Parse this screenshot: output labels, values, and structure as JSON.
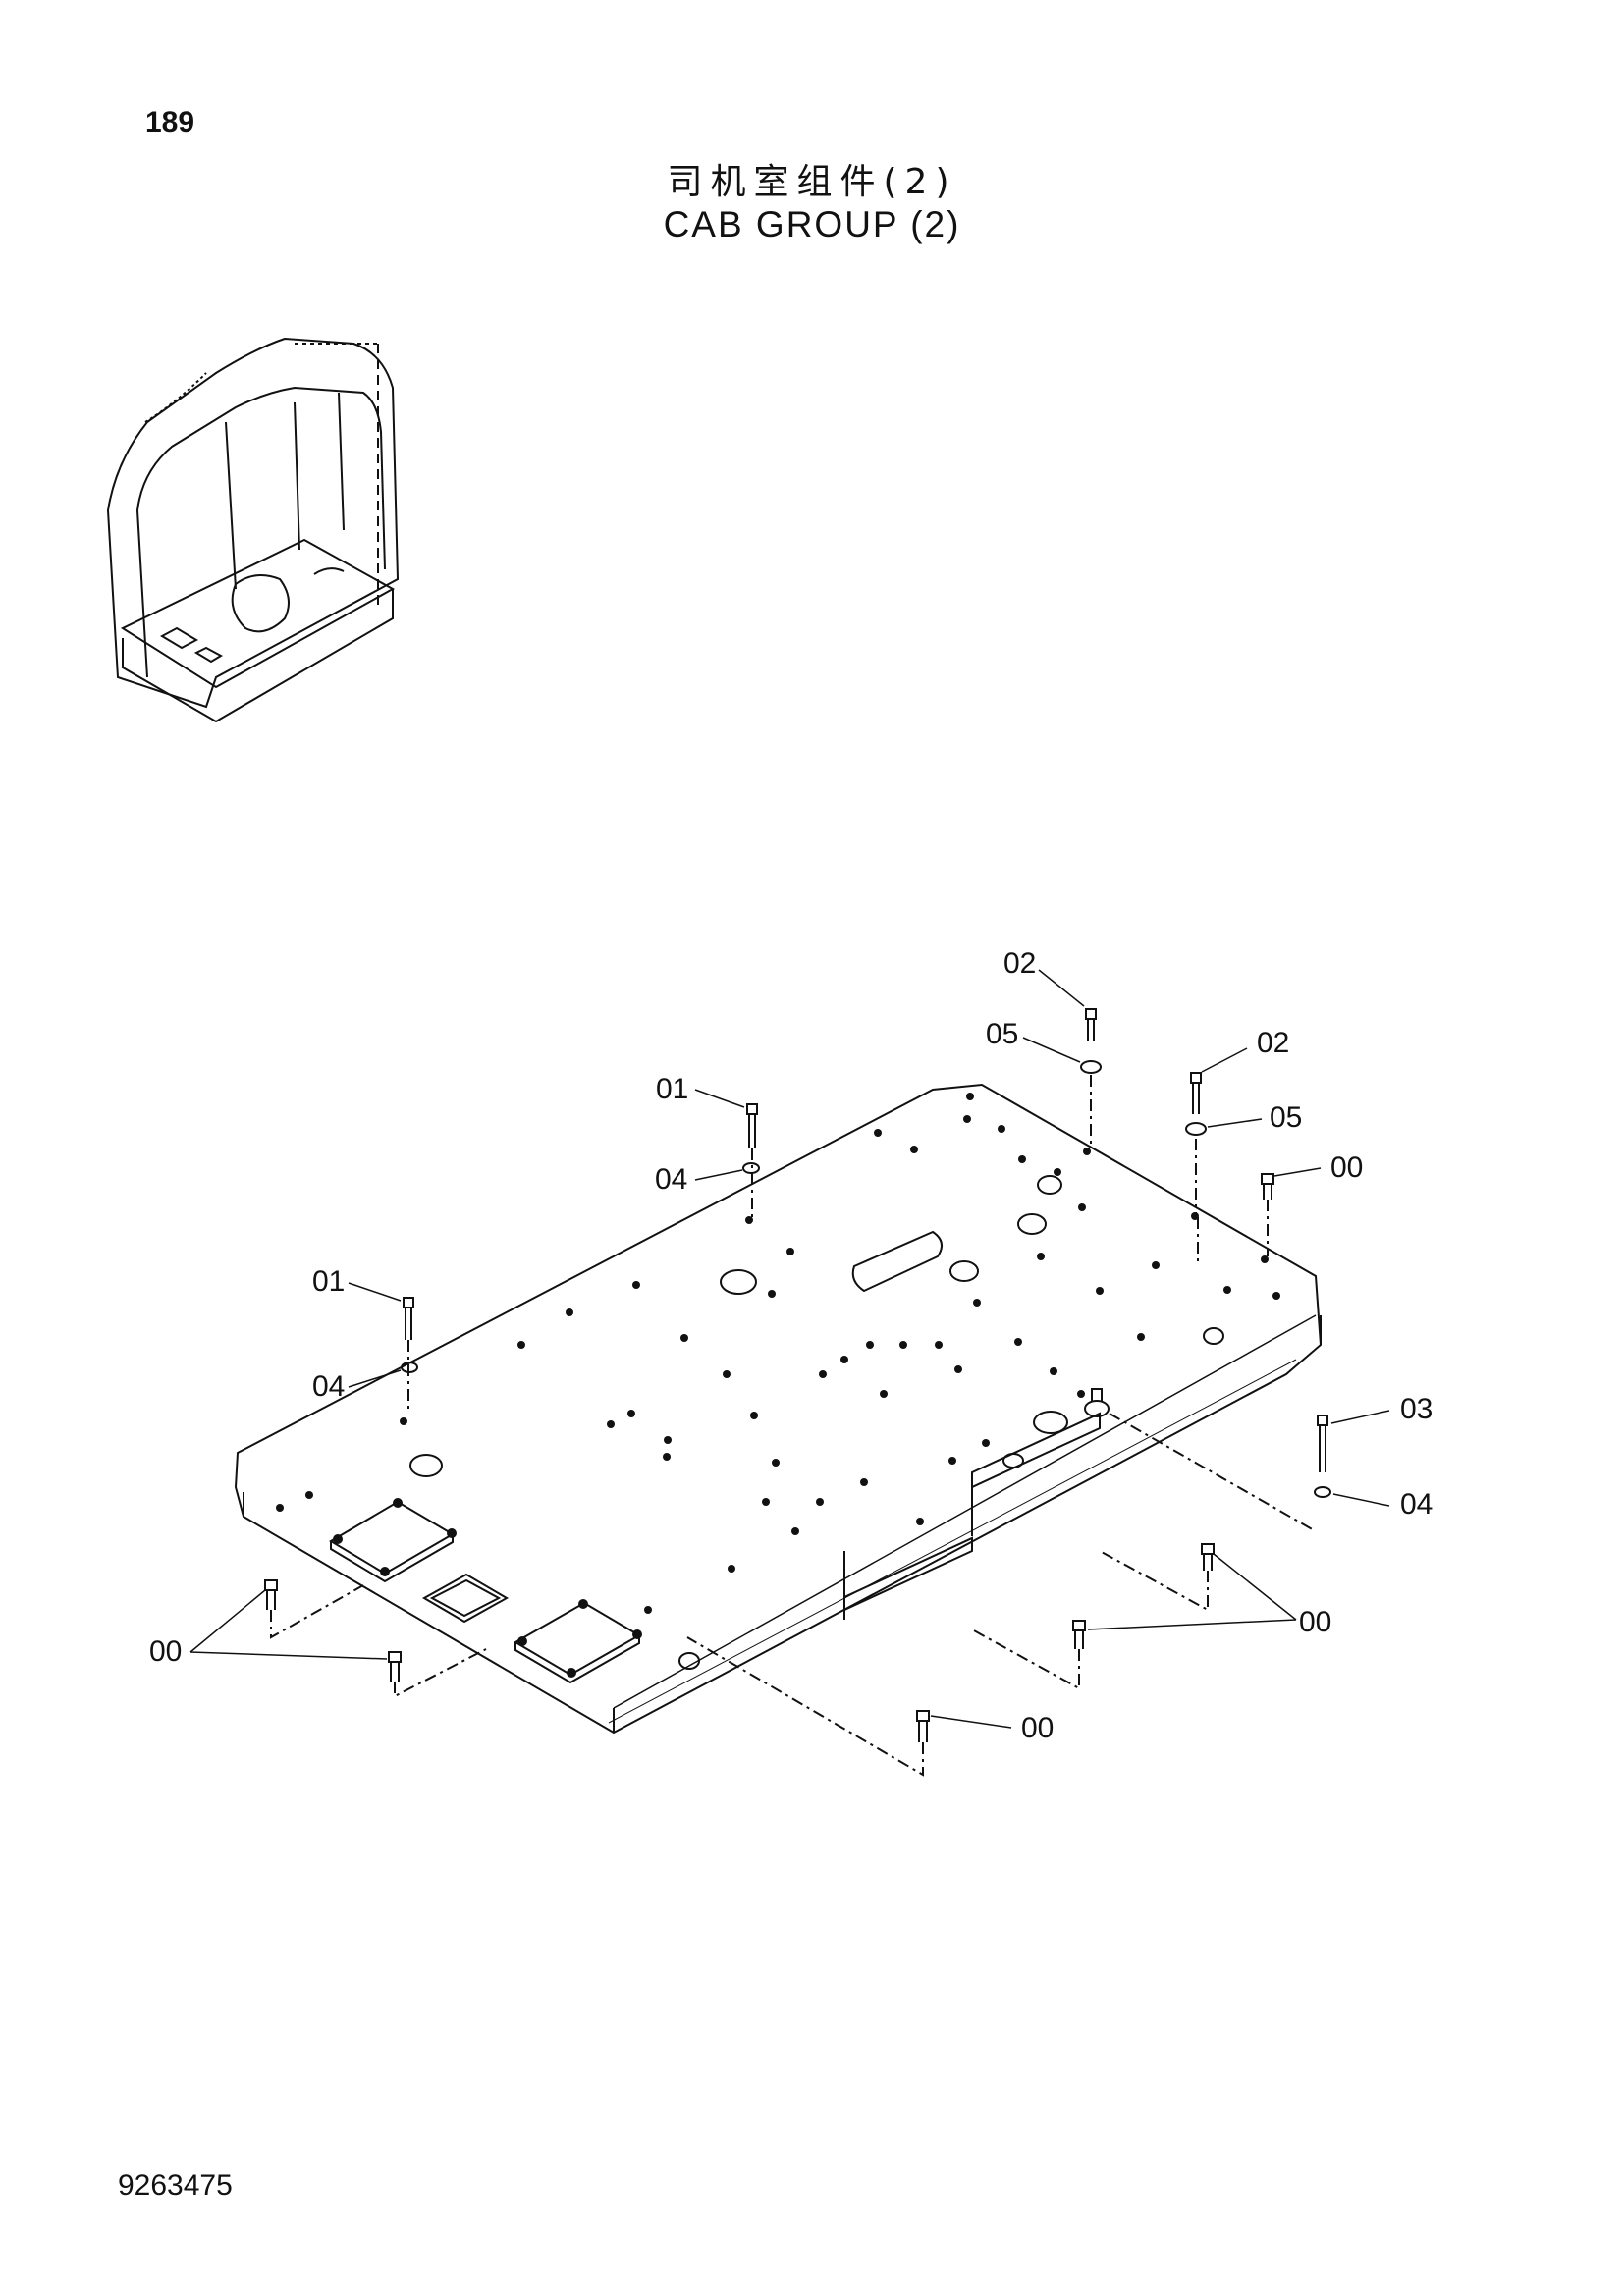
{
  "page": {
    "page_number": "189",
    "title_cn": "司机室组件(2)",
    "title_en": "CAB GROUP (2)",
    "doc_number": "9263475"
  },
  "diagram": {
    "callouts": [
      {
        "id": "c-02-a",
        "label": "02"
      },
      {
        "id": "c-05-a",
        "label": "05"
      },
      {
        "id": "c-02-b",
        "label": "02"
      },
      {
        "id": "c-05-b",
        "label": "05"
      },
      {
        "id": "c-00-a",
        "label": "00"
      },
      {
        "id": "c-01-a",
        "label": "01"
      },
      {
        "id": "c-04-a",
        "label": "04"
      },
      {
        "id": "c-01-b",
        "label": "01"
      },
      {
        "id": "c-04-b",
        "label": "04"
      },
      {
        "id": "c-03",
        "label": "03"
      },
      {
        "id": "c-04-c",
        "label": "04"
      },
      {
        "id": "c-00-b",
        "label": "00"
      },
      {
        "id": "c-00-c",
        "label": "00"
      },
      {
        "id": "c-00-d",
        "label": "00"
      }
    ]
  }
}
